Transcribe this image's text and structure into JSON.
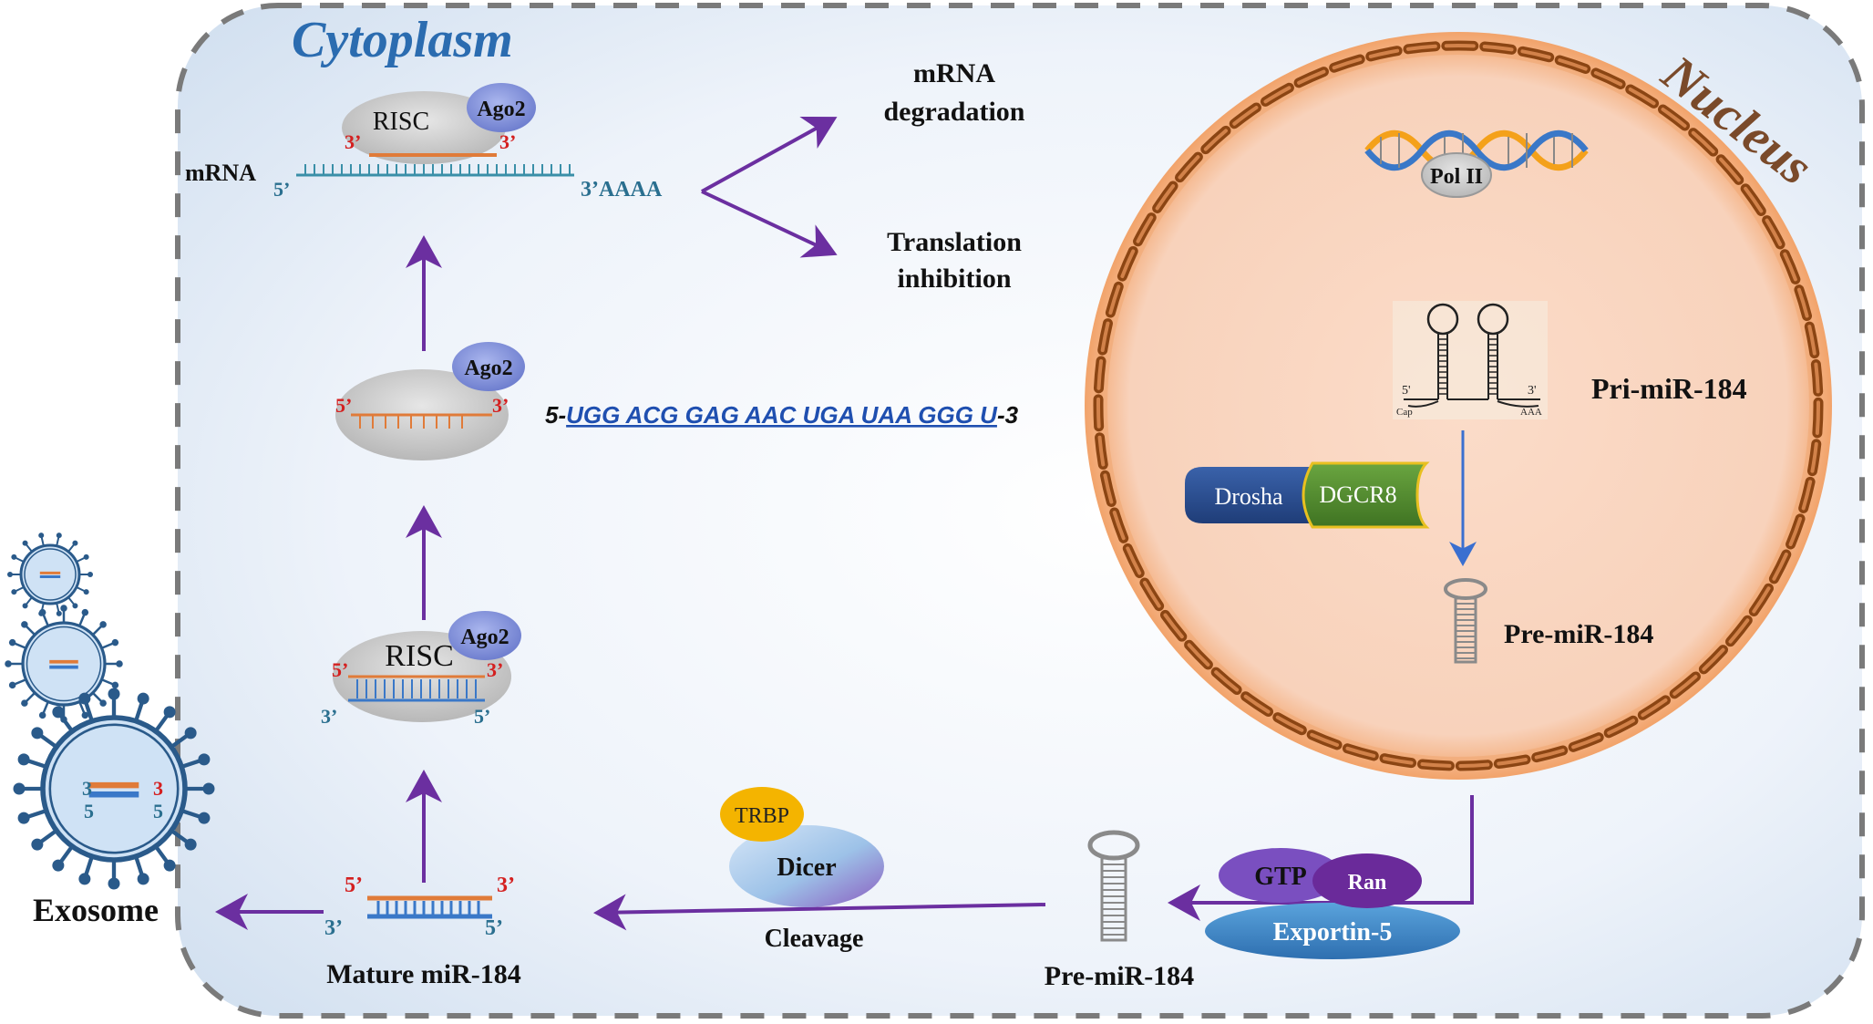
{
  "labels": {
    "cytoplasm": "Cytoplasm",
    "nucleus": "Nucleus",
    "mrna": "mRNA",
    "five_prime": "5’",
    "three_prime": "3’",
    "three_prime_aaaa": "3’AAAA",
    "risc": "RISC",
    "ago2": "Ago2",
    "mrna_degradation_line1": "mRNA",
    "mrna_degradation_line2": "degradation",
    "translation_line1": "Translation",
    "translation_line2": "inhibition",
    "seq_prefix": "5-",
    "seq": "UGG ACG GAG AAC UGA UAA GGG U",
    "seq_suffix": "-3",
    "pol2": "Pol II",
    "pri_mir": "Pri-miR-184",
    "drosha": "Drosha",
    "dgcr8": "DGCR8",
    "pre_mir_nucleus": "Pre-miR-184",
    "pre_mir_cyto": "Pre-miR-184",
    "gtp": "GTP",
    "ran": "Ran",
    "exportin": "Exportin-5",
    "trbp": "TRBP",
    "dicer": "Dicer",
    "cleavage": "Cleavage",
    "mature": "Mature  miR-184",
    "exosome": "Exosome",
    "pri_5": "5'",
    "pri_3": "3'",
    "pri_cap": "Cap",
    "pri_aaa": "AAA",
    "exo_3": "3",
    "exo_5": "5"
  },
  "colors": {
    "cytoplasm_title": "#2b6cb0",
    "arrow_purple": "#6b2fa0",
    "arrow_blue": "#3a6fd0",
    "nucleus_fill": "#fbd9c4",
    "nucleus_dash": "#8b4513",
    "risc_gray": "#c8c8c8",
    "ago2_blue": "#7d8fd6",
    "seq_blue": "#1f4fb0",
    "drosha_blue": "#2a4d8f",
    "dgcr8_green": "#4f8a2e",
    "gtp_purple": "#7a4fc0",
    "ran_purple": "#6a2a9a",
    "exportin_blue": "#3d88c8",
    "trbp_yellow": "#f4b400",
    "dicer_blue": "#a9c9ea",
    "mirna_orange": "#e07b39",
    "mirna_blue": "#3a78c8",
    "prime_red": "#d42020",
    "prime_teal": "#2a6f8f"
  }
}
